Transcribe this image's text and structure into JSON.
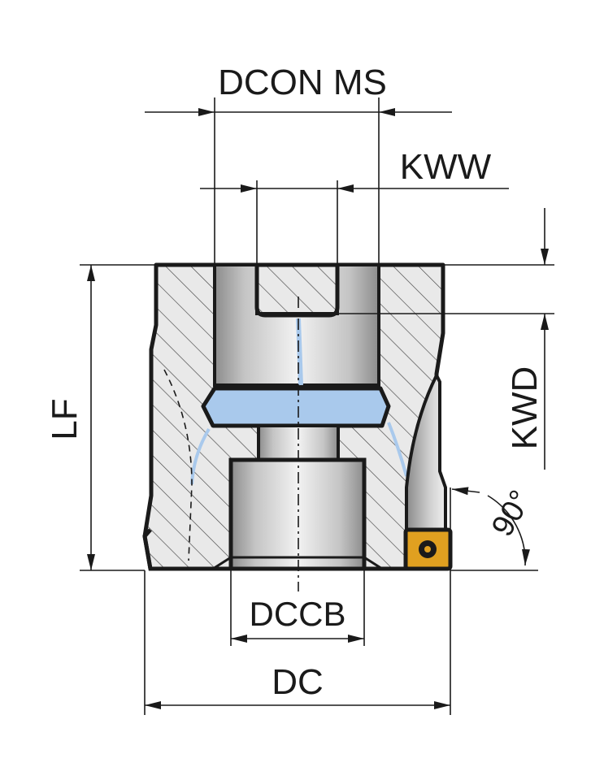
{
  "labels": {
    "dcon_ms": "DCON MS",
    "kww": "KWW",
    "kwd": "KWD",
    "lf": "LF",
    "angle": "90°",
    "dccb": "DCCB",
    "dc": "DC"
  },
  "colors": {
    "outline": "#1a1a1a",
    "coolant": "#a9c9ec",
    "coolant_line": "#7fb0e0",
    "insert": "#e0a020",
    "bore_light": "#eeeeee",
    "bore_dark": "#9a9a9a"
  }
}
